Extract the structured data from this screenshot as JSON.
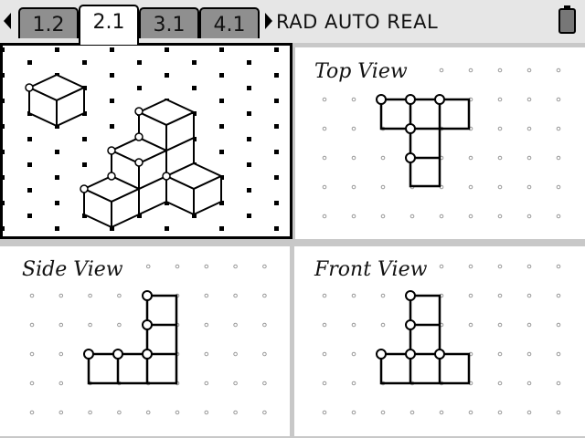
{
  "tabs": [
    {
      "label": "1.2"
    },
    {
      "label": "2.1",
      "active": true
    },
    {
      "label": "3.1"
    },
    {
      "label": "4.1"
    }
  ],
  "status": "RAD AUTO REAL",
  "panels": {
    "top_view": "Top View",
    "side_view": "Side View",
    "front_view": "Front View"
  }
}
